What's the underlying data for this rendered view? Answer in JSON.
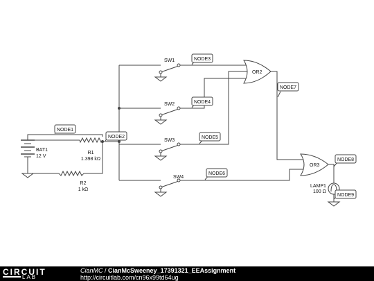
{
  "diagram": {
    "battery": {
      "name": "BAT1",
      "value": "12 V"
    },
    "resistors": [
      {
        "name": "R1",
        "value": "1.398 kΩ"
      },
      {
        "name": "R2",
        "value": "1 kΩ"
      }
    ],
    "switches": [
      "SW1",
      "SW2",
      "SW3",
      "SW4"
    ],
    "gates": [
      "OR2",
      "OR3"
    ],
    "lamp": {
      "name": "LAMP1",
      "value": "100 Ω"
    },
    "nodes": [
      "NODE1",
      "NODE2",
      "NODE3",
      "NODE4",
      "NODE5",
      "NODE6",
      "NODE7",
      "NODE8",
      "NODE9"
    ]
  },
  "footer": {
    "logo_top": "CIRCUIT",
    "logo_bottom": "LAB",
    "author": "CianMC",
    "separator": " / ",
    "project": "CianMcSweeney_17391321_EEAssignment",
    "url": "http://circuitlab.com/cn96x99td64ug"
  }
}
